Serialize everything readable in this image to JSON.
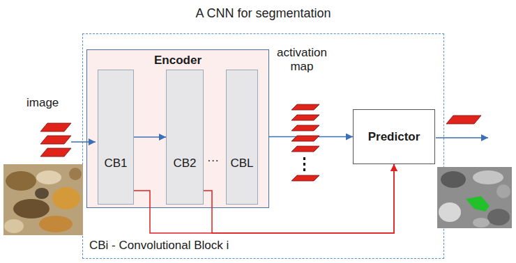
{
  "diagram": {
    "nodes": [
      {
        "text": [
          "A CNN for segmentation"
        ]
      },
      {
        "text": [
          "Encoder"
        ],
        "in": 0
      },
      {
        "text": [
          "CB1"
        ],
        "in": 1
      },
      {
        "text": [
          "CB2"
        ],
        "in": 1
      },
      {
        "text": [
          "CBL"
        ],
        "in": 1
      },
      {
        "text": [
          "Predictor"
        ],
        "in": 0
      }
    ],
    "edges": [
      {
        "from": 2,
        "to": 3,
        "arrow": "to"
      },
      {
        "from": 1,
        "to": 5,
        "arrow": "to"
      },
      {
        "from": 2,
        "to": 5,
        "arrow": "to"
      },
      {
        "from": 3,
        "to": 5,
        "arrow": "to"
      }
    ],
    "labels": [
      "image",
      "activation map",
      "···",
      "CBi - Convolutional Block i"
    ]
  }
}
